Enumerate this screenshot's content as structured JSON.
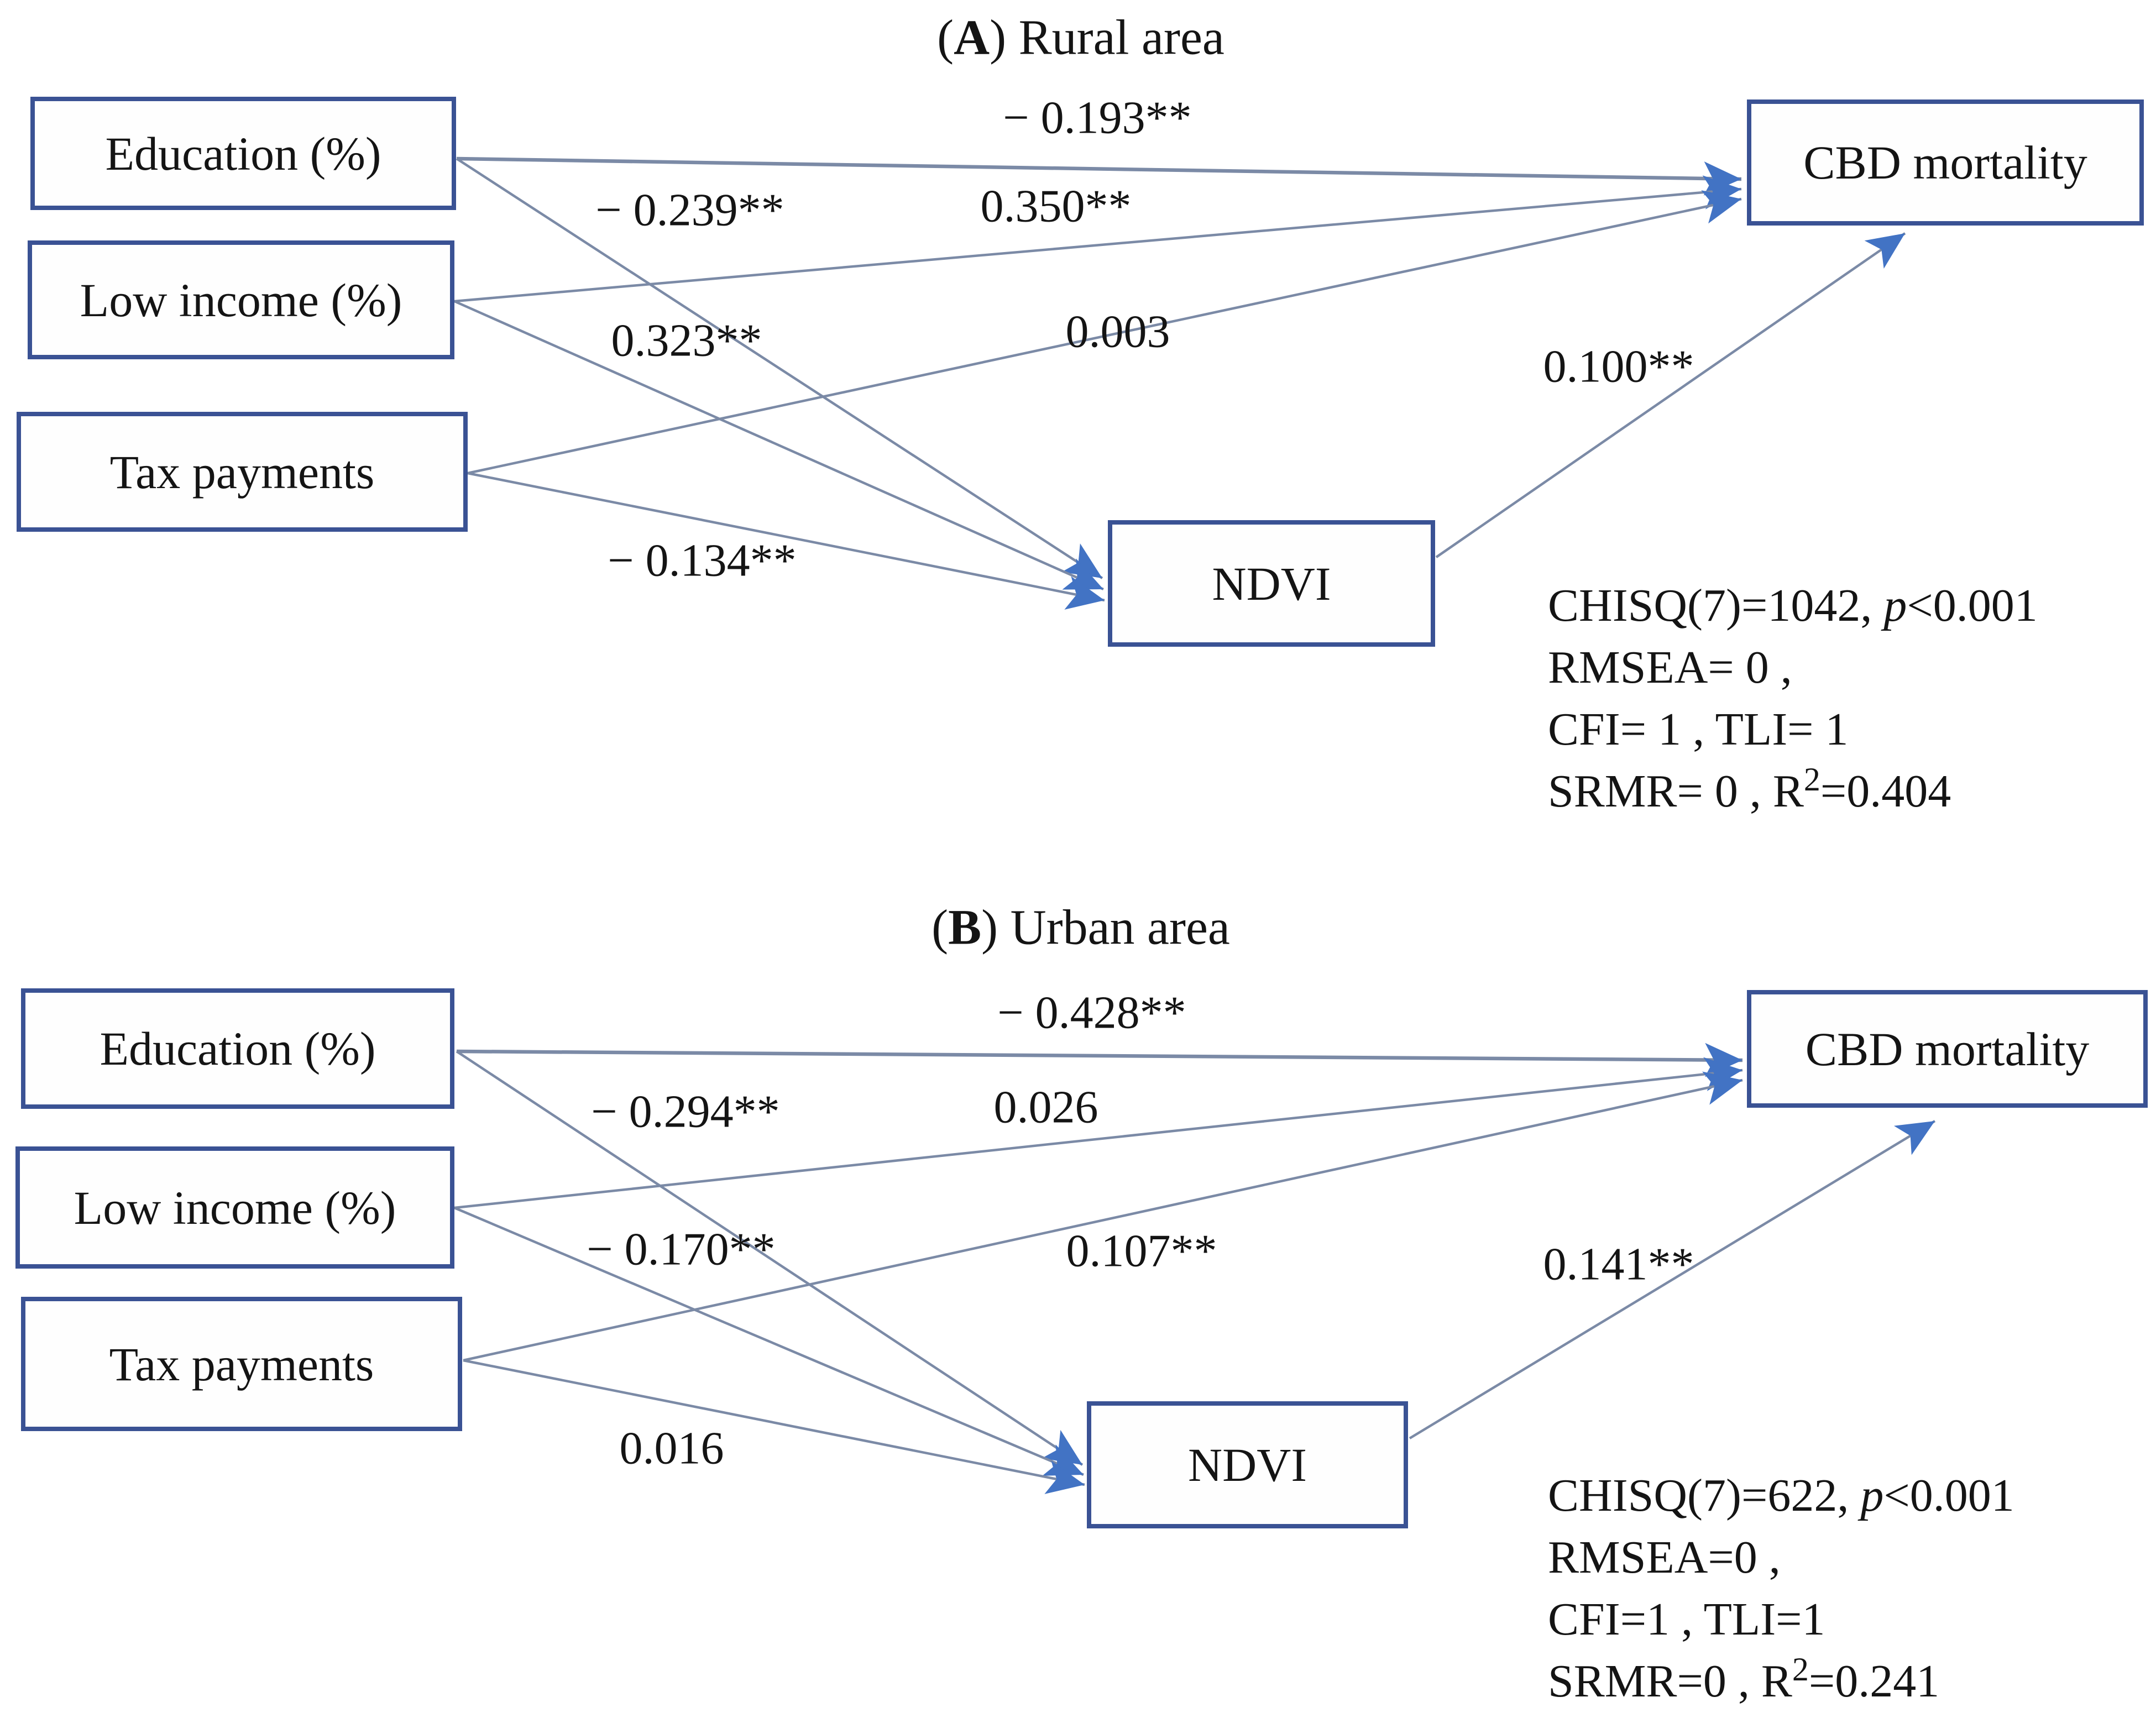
{
  "colors": {
    "box_border": "#3a5294",
    "connector": "#7b8aa6",
    "arrowhead": "#4273c4",
    "text": "#141414",
    "background": "#ffffff"
  },
  "figure": {
    "panel_a": {
      "title": {
        "open_paren": "(",
        "letter": "A",
        "rest": ") Rural area"
      },
      "nodes": {
        "education": "Education (%)",
        "low_income": "Low income (%)",
        "tax_payments": "Tax payments",
        "cbd_mortality": "CBD mortality",
        "ndvi": "NDVI"
      },
      "coefficients": {
        "education_to_cbd": "− 0.193**",
        "education_to_ndvi": "− 0.239**",
        "low_income_to_cbd": "0.350**",
        "low_income_to_ndvi": "0.323**",
        "tax_to_cbd": "0.003",
        "tax_to_ndvi": "− 0.134**",
        "ndvi_to_cbd": "0.100**"
      },
      "fit": {
        "line1_pre": "CHISQ(7)=1042, ",
        "line1_italic": "p",
        "line1_post": "<0.001",
        "line2": "RMSEA= 0 ,",
        "line3": "CFI= 1 , TLI= 1",
        "line4_pre": "SRMR= 0 , R",
        "line4_sup": "2",
        "line4_post": "=0.404"
      }
    },
    "panel_b": {
      "title": {
        "open_paren": "(",
        "letter": "B",
        "rest": ") Urban area"
      },
      "nodes": {
        "education": "Education (%)",
        "low_income": "Low income (%)",
        "tax_payments": "Tax payments",
        "cbd_mortality": "CBD mortality",
        "ndvi": "NDVI"
      },
      "coefficients": {
        "education_to_cbd": "− 0.428**",
        "education_to_ndvi": "− 0.294**",
        "low_income_to_cbd": "0.026",
        "low_income_to_ndvi": "− 0.170**",
        "tax_to_cbd": "0.107**",
        "tax_to_ndvi": "0.016",
        "ndvi_to_cbd": "0.141**"
      },
      "fit": {
        "line1_pre": "CHISQ(7)=622, ",
        "line1_italic": "p",
        "line1_post": "<0.001",
        "line2": "RMSEA=0 ,",
        "line3": "CFI=1 , TLI=1",
        "line4_pre": "SRMR=0 , R",
        "line4_sup": "2",
        "line4_post": "=0.241"
      }
    }
  }
}
